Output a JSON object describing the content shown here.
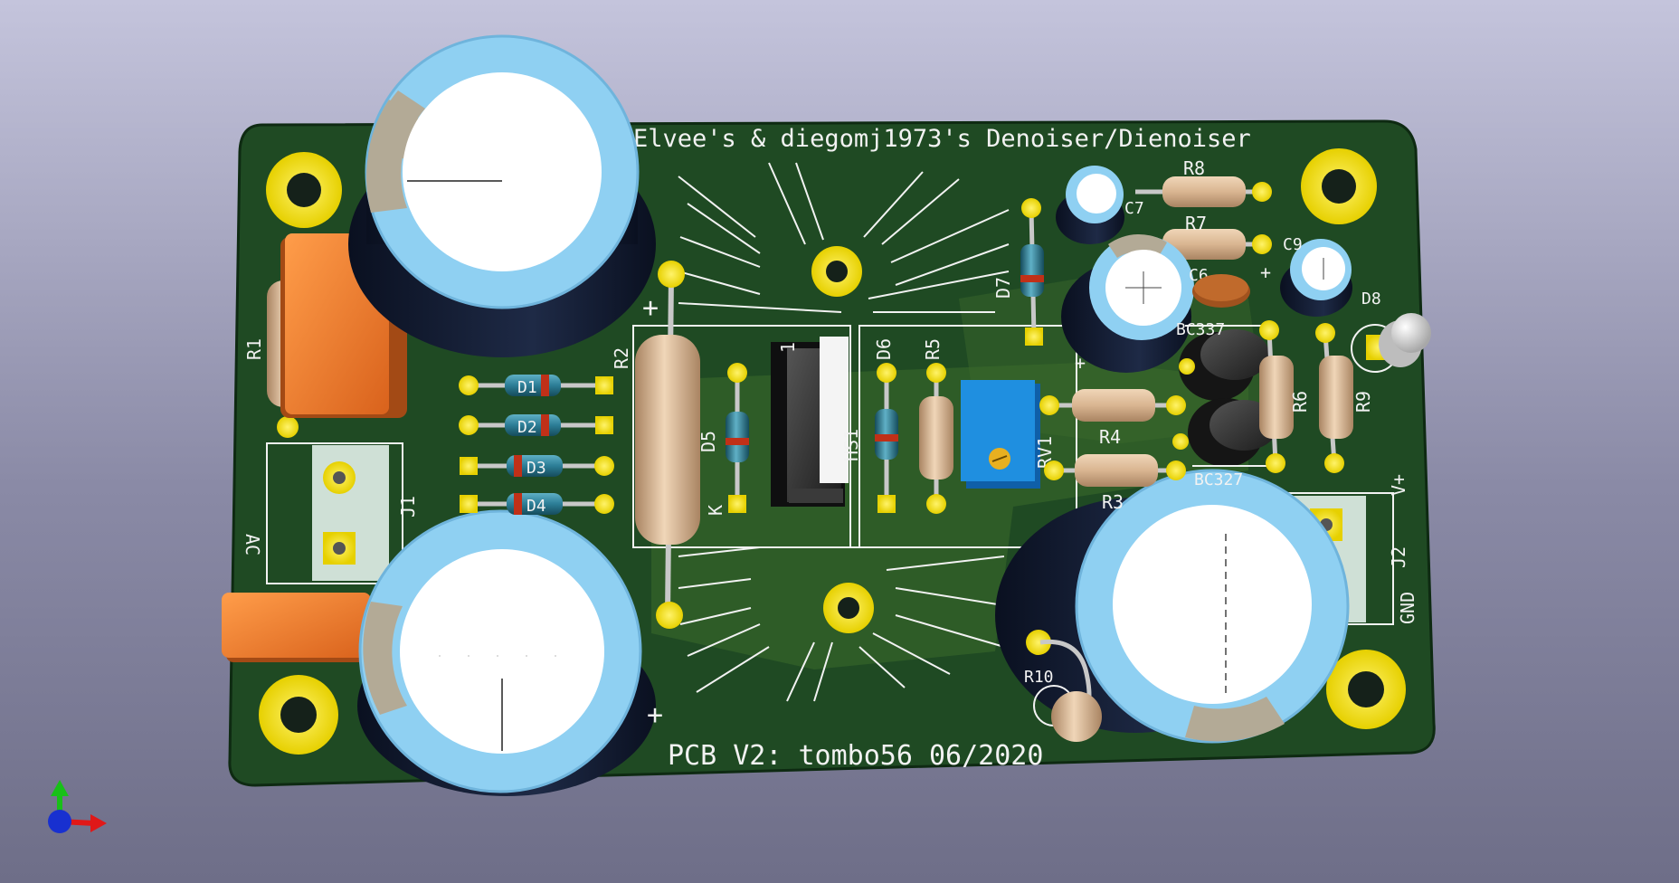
{
  "board": {
    "title": "Elvee's & diegomj1973's Denoiser/Dienoiser",
    "footer": "PCB V2: tombo56 06/2020"
  },
  "silkscreen": {
    "r1": "R1",
    "r2": "R2",
    "r3": "R3",
    "r4": "R4",
    "r5": "R5",
    "r6": "R6",
    "r7": "R7",
    "r8": "R8",
    "r9": "R9",
    "r10": "R10",
    "rv1": "RV1",
    "d1": "D1",
    "d2": "D2",
    "d3": "D3",
    "d4": "D4",
    "d5": "D5",
    "d6": "D6",
    "d7": "D7",
    "d8": "D8",
    "c6": "C6",
    "c7": "C7",
    "c9": "C9",
    "q_top": "BC337",
    "q_bottom": "BC327",
    "u1": "1",
    "hs1": "HS1",
    "j1": "J1",
    "j1_ac": "AC",
    "j2": "J2",
    "j2_vplus": "V+",
    "j2_gnd": "GND",
    "k": "K",
    "plus": "+"
  },
  "colors": {
    "board": "#1f4a23",
    "copper_fill": "#3b6b2c",
    "pad": "#f5e400",
    "silk": "#f2f2f2",
    "cap_body": "#8fd0f2",
    "cap_stripe": "#b3aa96",
    "cap_top": "#ffffff",
    "resistor": "#d8b594",
    "film_cap": "#f08a30",
    "trimmer": "#1f8fe0"
  },
  "axes_gizmo": {
    "x_color": "#e01818",
    "y_color": "#18c018",
    "z_color": "#1830d0"
  }
}
